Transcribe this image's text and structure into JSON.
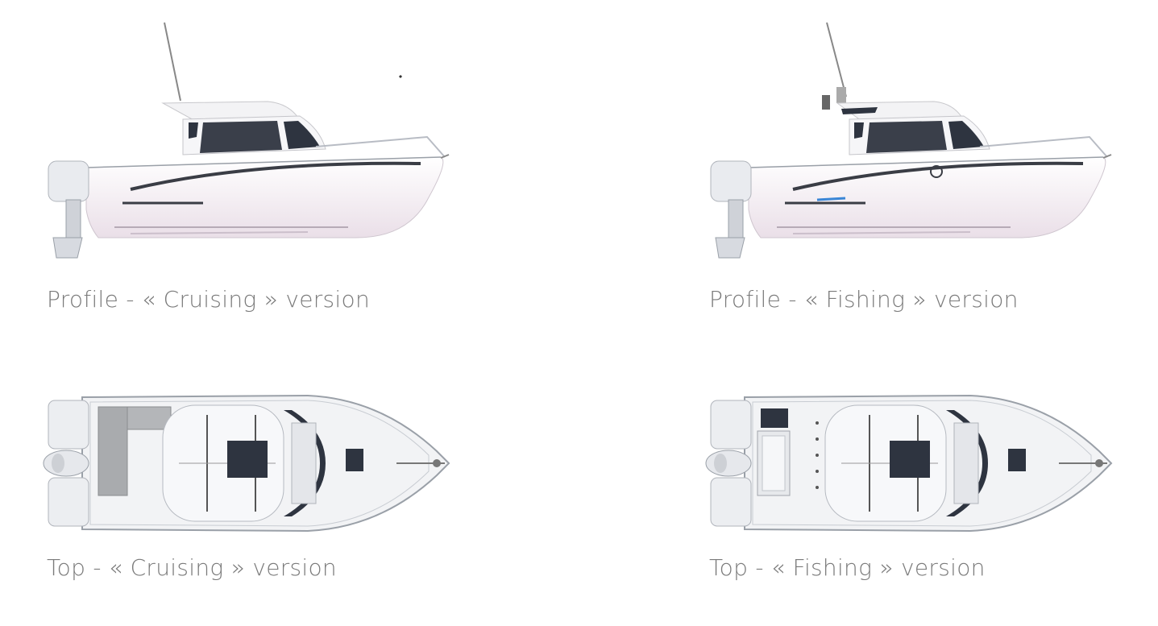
{
  "colors": {
    "caption": "#7a7a7a",
    "hull_light": "#f7f4f8",
    "hull_shadow": "#e8dde6",
    "glass": "#2e3440",
    "stripe": "#3a3d45",
    "accent_blue": "#3a86d6",
    "deck": "#f2f3f5",
    "outline": "#9aa0a8",
    "seat": "#a9abae"
  },
  "captions": {
    "profile_cruising": "Profile - « Cruising » version",
    "profile_fishing": "Profile - « Fishing » version",
    "top_cruising": "Top - « Cruising » version",
    "top_fishing": "Top - « Fishing » version"
  },
  "icons": {
    "profile_cruising": "boat-profile-cruising-icon",
    "profile_fishing": "boat-profile-fishing-icon",
    "top_cruising": "boat-top-cruising-icon",
    "top_fishing": "boat-top-fishing-icon"
  }
}
